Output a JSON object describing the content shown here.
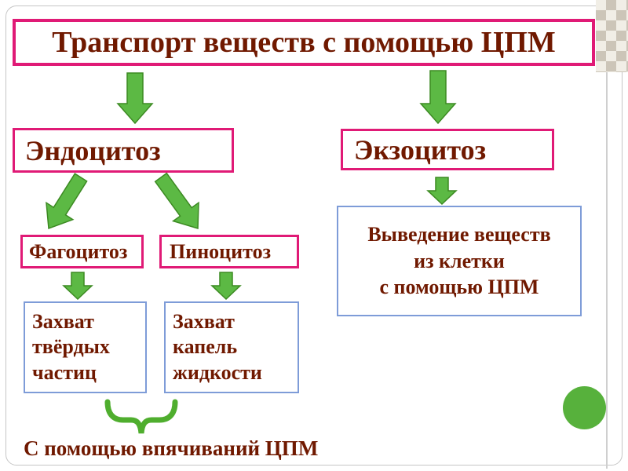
{
  "slide": {
    "title": "Транспорт веществ с помощью ЦПМ",
    "bottom_note": "С помощью впячиваний ЦПМ"
  },
  "nodes": {
    "endocytosis": {
      "label": "Эндоцитоз"
    },
    "exocytosis": {
      "label": "Экзоцитоз"
    },
    "phagocytosis": {
      "label": "Фагоцитоз"
    },
    "pinocytosis": {
      "label": "Пиноцитоз"
    },
    "phagocytosis_result": {
      "label": "Захват\nтвёрдых\nчастиц"
    },
    "pinocytosis_result": {
      "label": "Захват\nкапель\nжидкости"
    },
    "exocytosis_result": {
      "label": "Выведение веществ\nиз клетки\nс помощью ЦПМ"
    }
  },
  "colors": {
    "accent_pink": "#e01a76",
    "accent_blue": "#7e9cd8",
    "arrow_green_fill": "#5cb944",
    "arrow_green_stroke": "#3c8a22",
    "brace_green": "#4fae2e",
    "text_dark_red": "#701900",
    "circle_green": "#57b13c",
    "checker_tan": "#ccc5b8",
    "checker_cream": "#f1eee6"
  }
}
